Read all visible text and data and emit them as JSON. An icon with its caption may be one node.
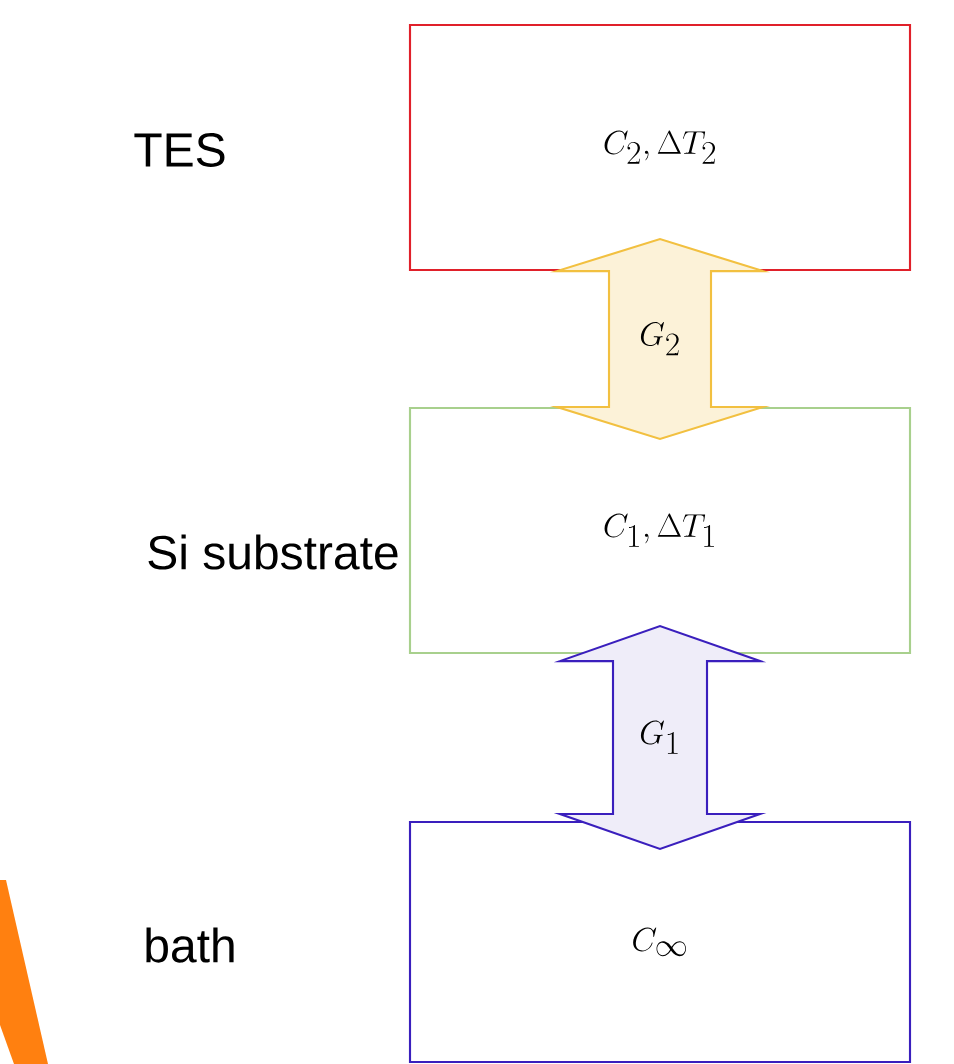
{
  "diagram": {
    "nodes": [
      {
        "text": [
          "C_2, \\Delta T_2"
        ],
        "beside": [
          "TES"
        ]
      },
      {
        "text": [
          "C_1,\\Delta T_1"
        ],
        "beside": [
          "Si substrate"
        ]
      },
      {
        "text": [
          "C_\\infty"
        ],
        "beside": [
          "bath"
        ]
      }
    ],
    "edges": [
      {
        "from": 0,
        "to": 1,
        "arrow": "both",
        "label": "G_2",
        "color": "#f2c040"
      },
      {
        "from": 1,
        "to": 2,
        "arrow": "both",
        "label": "G_1",
        "color": "#3a1fbd"
      }
    ]
  }
}
